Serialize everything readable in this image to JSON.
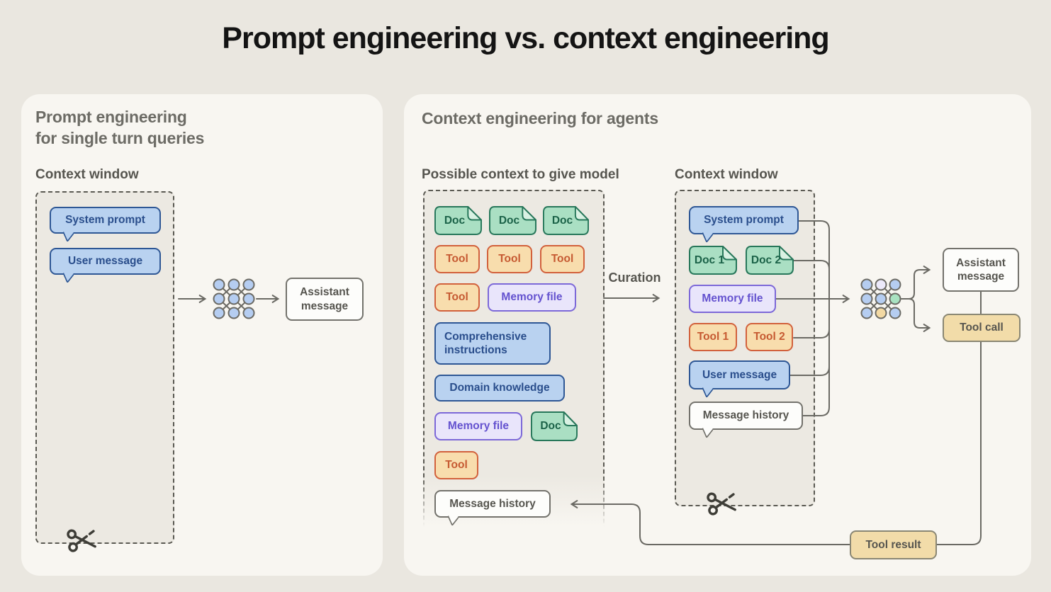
{
  "title": "Prompt engineering vs. context engineering",
  "left_panel": {
    "heading_line1": "Prompt engineering",
    "heading_line2": "for single turn queries",
    "context_window": {
      "label": "Context window",
      "items": [
        "System prompt",
        "User message"
      ]
    },
    "model_output": {
      "assistant_message": "Assistant message"
    }
  },
  "right_panel": {
    "heading": "Context engineering for agents",
    "curation_label": "Curation",
    "possible_context": {
      "label": "Possible context to give model",
      "items": [
        "Doc",
        "Doc",
        "Doc",
        "Tool",
        "Tool",
        "Tool",
        "Tool",
        "Memory file",
        "Comprehensive instructions",
        "Domain knowledge",
        "Memory file",
        "Doc",
        "Tool",
        "Message history"
      ]
    },
    "context_window": {
      "label": "Context window",
      "items": [
        "System prompt",
        "Doc 1",
        "Doc 2",
        "Memory file",
        "Tool 1",
        "Tool 2",
        "User message",
        "Message history"
      ]
    },
    "model_outputs": {
      "assistant_message": "Assistant message",
      "tool_call": "Tool call",
      "tool_result": "Tool result"
    }
  },
  "icons": {
    "model": "neural-network-icon",
    "truncation": "scissors-icon",
    "document": "doc-file-icon"
  },
  "colors": {
    "page_bg": "#EAE7E0",
    "card_bg": "#F8F6F1",
    "dashed_box_bg": "#ECE9E2",
    "line": "#6B6A64",
    "blue_fill": "#B9D2F0",
    "blue_border": "#2E5795",
    "green_fill": "#AADFC3",
    "green_border": "#27775A",
    "orange_fill": "#F8DDAD",
    "orange_border": "#D2613C",
    "purple_fill": "#E9E5FB",
    "purple_border": "#7C68D8",
    "tan_fill": "#F2DCA9",
    "white_fill": "#FDFDFB",
    "neutral_border": "#73726C"
  }
}
